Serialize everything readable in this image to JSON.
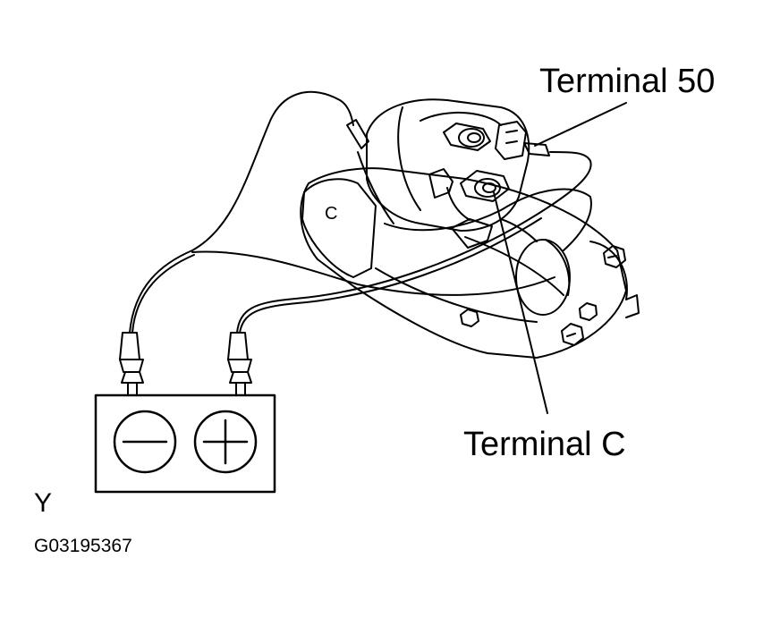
{
  "labels": {
    "terminal_50": "Terminal 50",
    "terminal_c": "Terminal C",
    "view_letter": "Y",
    "figure_code": "G03195367"
  },
  "battery": {
    "negative_symbol": "minus-icon",
    "positive_symbol": "plus-icon"
  },
  "colors": {
    "line": "#000000",
    "background": "#ffffff"
  }
}
